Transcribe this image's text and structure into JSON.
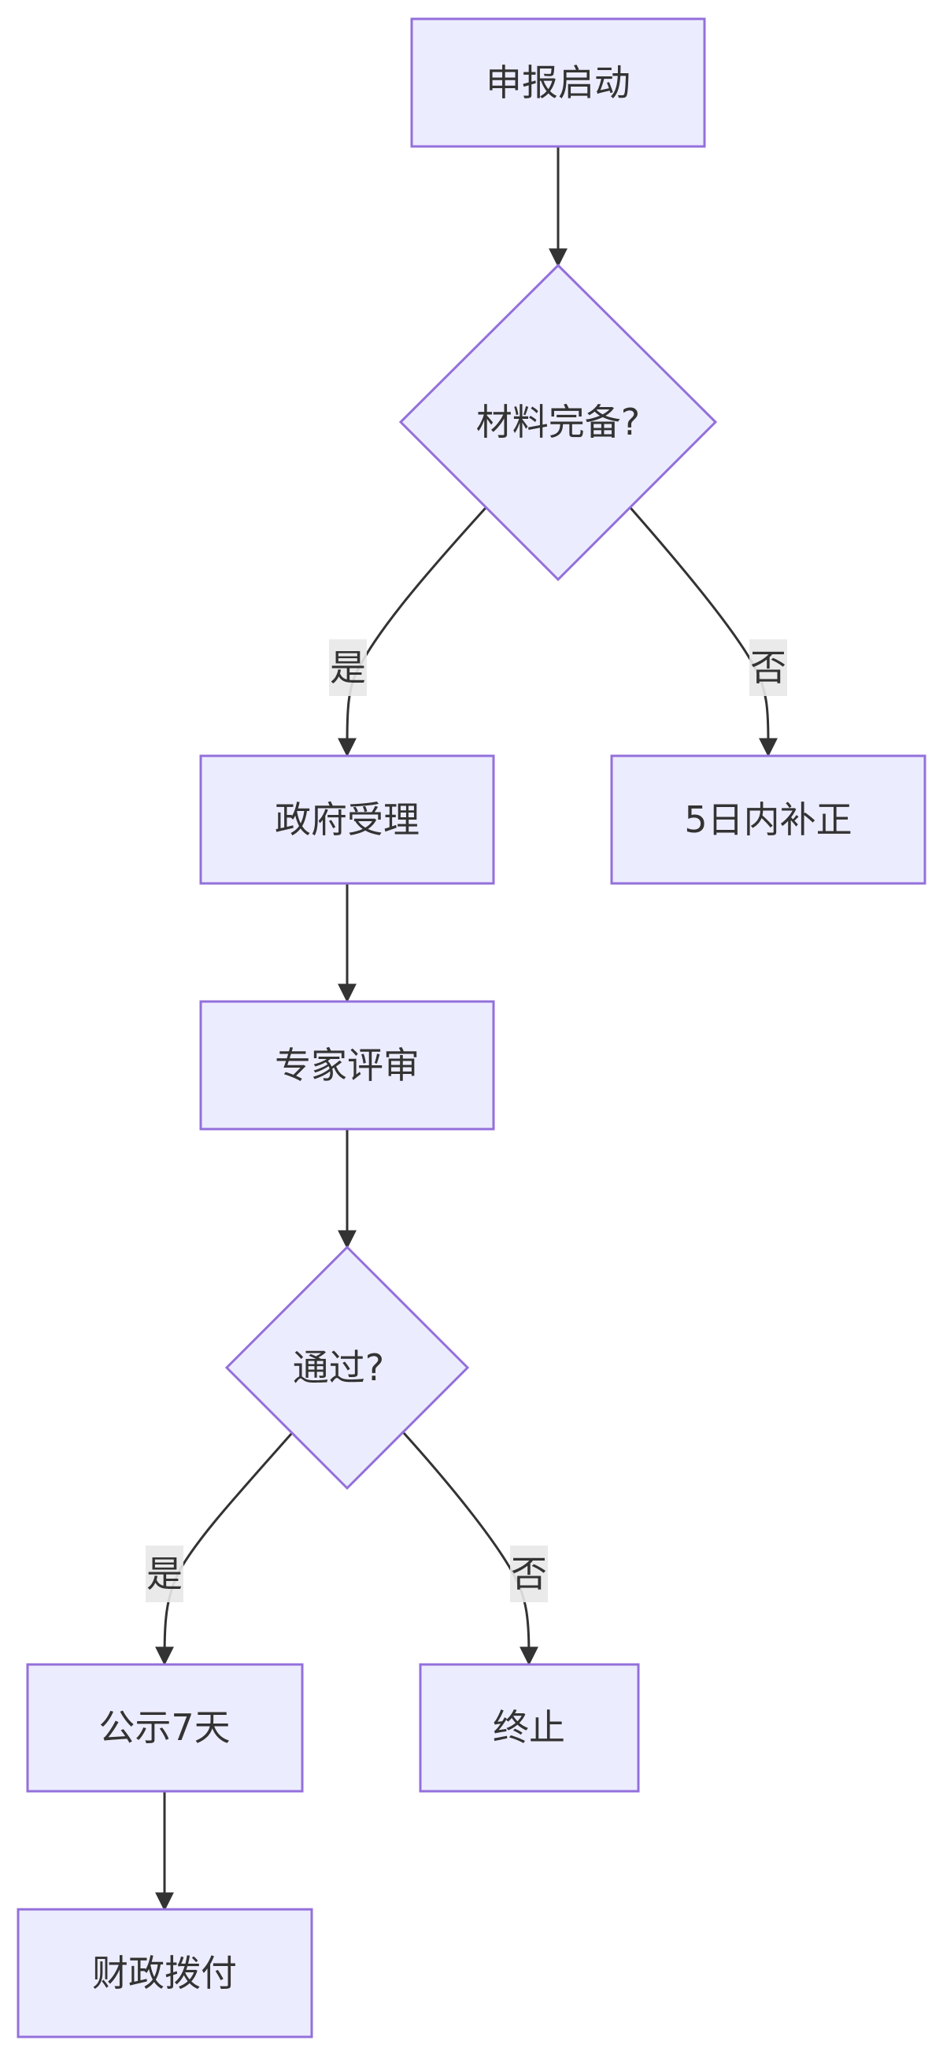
{
  "colors": {
    "node_fill": "#ececff",
    "node_stroke": "#9370db",
    "edge": "#333333",
    "text": "#333333",
    "edge_label_bg": "#e8e8e8"
  },
  "nodes": {
    "start": "申报启动",
    "check_materials": "材料完备?",
    "gov_accept": "政府受理",
    "supplement": "5日内补正",
    "expert_review": "专家评审",
    "passed": "通过?",
    "publicize": "公示7天",
    "terminate": "终止",
    "payment": "财政拨付"
  },
  "edges": {
    "materials_yes": "是",
    "materials_no": "否",
    "passed_yes": "是",
    "passed_no": "否"
  }
}
